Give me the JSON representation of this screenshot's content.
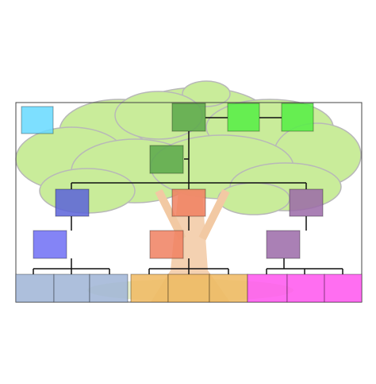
{
  "diagram": {
    "type": "family-tree-template",
    "colors": {
      "legend_box": "#66d9ff",
      "generation_top_green": "#5aa84a",
      "generation_top_light_green": "#55ee44",
      "parent_green": "#5aa84a",
      "left_branch": "#5b63d9",
      "left_branch_light": "#6f6ff5",
      "middle_branch": "#f08060",
      "right_branch": "#9b6aa8",
      "bottom_left": "#9fb4d6",
      "bottom_middle": "#f0b860",
      "bottom_right": "#ff55ee",
      "tree_foliage": "#c9ec9a",
      "tree_trunk": "#f2c9a3",
      "line": "#111111"
    },
    "boxes": [
      {
        "name": "legend-box",
        "color": "legend_box"
      },
      {
        "name": "grandparent-box-1",
        "color": "generation_top_green"
      },
      {
        "name": "grandparent-box-2",
        "color": "generation_top_light_green"
      },
      {
        "name": "grandparent-box-3",
        "color": "generation_top_light_green"
      },
      {
        "name": "parent-box",
        "color": "parent_green"
      },
      {
        "name": "child-box-left",
        "color": "left_branch"
      },
      {
        "name": "child-box-middle",
        "color": "middle_branch"
      },
      {
        "name": "child-box-right",
        "color": "right_branch"
      },
      {
        "name": "grandchild-box-left",
        "color": "left_branch_light"
      },
      {
        "name": "grandchild-box-middle",
        "color": "middle_branch"
      },
      {
        "name": "grandchild-box-right",
        "color": "right_branch"
      },
      {
        "name": "descendant-box-1",
        "color": "bottom_left"
      },
      {
        "name": "descendant-box-2",
        "color": "bottom_left"
      },
      {
        "name": "descendant-box-3",
        "color": "bottom_left"
      },
      {
        "name": "descendant-box-4",
        "color": "bottom_middle"
      },
      {
        "name": "descendant-box-5",
        "color": "bottom_middle"
      },
      {
        "name": "descendant-box-6",
        "color": "bottom_middle"
      },
      {
        "name": "descendant-box-7",
        "color": "bottom_right"
      },
      {
        "name": "descendant-box-8",
        "color": "bottom_right"
      },
      {
        "name": "descendant-box-9",
        "color": "bottom_right"
      }
    ]
  }
}
